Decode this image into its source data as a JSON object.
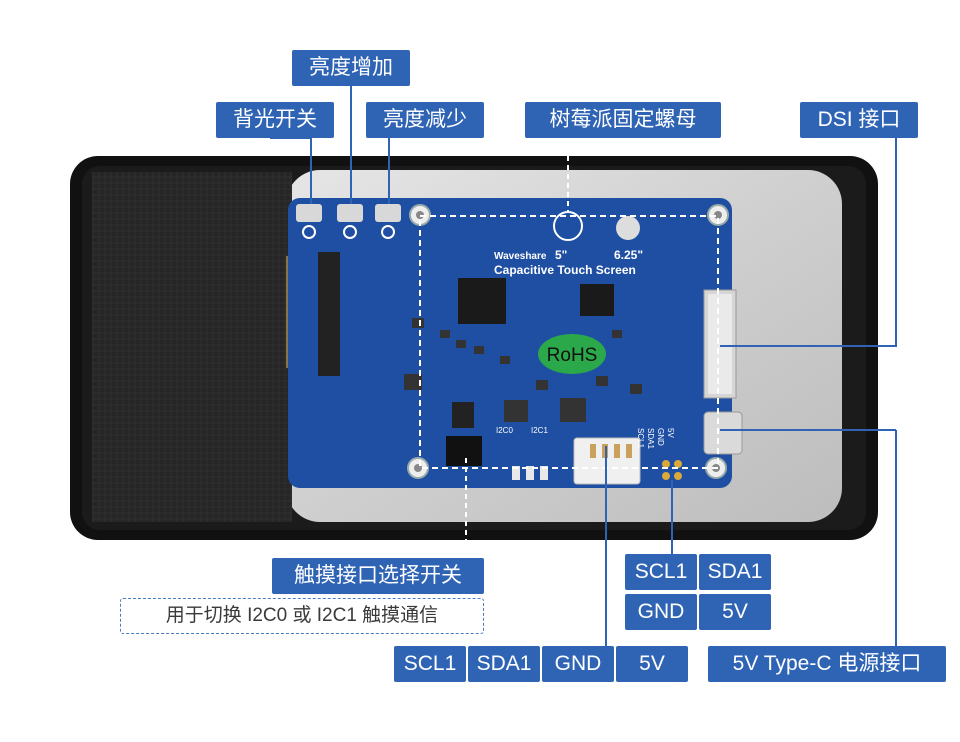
{
  "labels": {
    "brightness_up": "亮度增加",
    "backlight_switch": "背光开关",
    "brightness_down": "亮度减少",
    "pi_nut": "树莓派固定螺母",
    "dsi_port": "DSI 接口",
    "touch_switch": "触摸接口选择开关",
    "touch_switch_note": "用于切换 I2C0 或 I2C1 触摸通信",
    "typec_power": "5V Type-C 电源接口"
  },
  "pin_right": {
    "row1": [
      "SCL1",
      "SDA1"
    ],
    "row2": [
      "GND",
      "5V"
    ]
  },
  "pin_bottom": [
    "SCL1",
    "SDA1",
    "GND",
    "5V"
  ],
  "board": {
    "brand": "Waveshare",
    "size_a": "5\"",
    "size_b": "6.25\"",
    "product": "Capacitive Touch Screen",
    "rohs": "RoHS",
    "i2c0": "I2C0",
    "i2c1": "I2C1",
    "pin_scl": "SCL1",
    "pin_sda": "SDA1",
    "pin_gnd": "GND",
    "pin_5v": "5V"
  },
  "colors": {
    "label_bg": "#2f64b5",
    "pcb": "#1e4fa3",
    "rohs": "#2aa84a",
    "leader": "#2f64b5"
  }
}
